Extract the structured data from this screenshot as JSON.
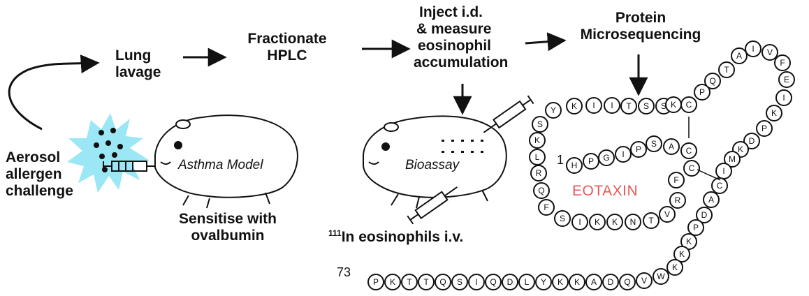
{
  "steps": {
    "lung_lavage": [
      "Lung",
      "lavage"
    ],
    "fractionate": [
      "Fractionate",
      "HPLC"
    ],
    "inject": [
      "Inject i.d.",
      "& measure",
      "eosinophil",
      "accumulation"
    ],
    "protein": [
      "Protein",
      "Microsequencing"
    ]
  },
  "aerosol": [
    "Aerosol",
    "allergen",
    "challenge"
  ],
  "sensitise": [
    "Sensitise with",
    "ovalbumin"
  ],
  "asthma_model": "Asthma Model",
  "bioassay": "Bioassay",
  "eosinophils": {
    "sup": "111",
    "text": "In eosinophils i.v."
  },
  "eotaxin": "EOTAXIN",
  "start_number": "1",
  "end_number": "73",
  "sequence": "HPGIPSACCFRVTNKKISFQRLKSYKIITSSKCPQTAIVFEIKPDKMICADPKKKWVQDAKKYLDQISQTTKP",
  "colors": {
    "eotaxin": "#e8585a",
    "splash": "#9be7f5"
  }
}
